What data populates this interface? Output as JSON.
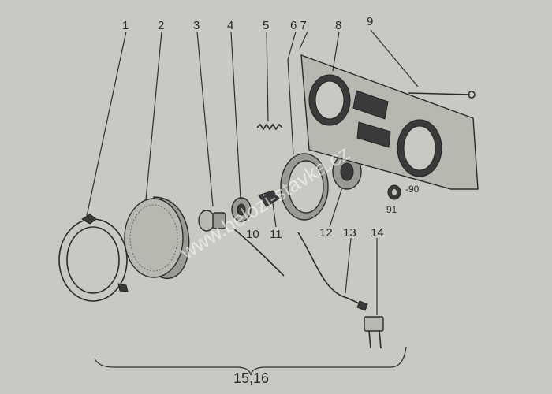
{
  "callouts": {
    "n1": "1",
    "n2": "2",
    "n3": "3",
    "n4": "4",
    "n5": "5",
    "n67": "6 7",
    "n8": "8",
    "n9": "9",
    "n10": "10",
    "n11": "11",
    "n12": "12",
    "n13": "13",
    "n14": "14",
    "n90": "-90",
    "n91": "91",
    "n1516": "15,16"
  },
  "watermark": "www.belozi-stavka.cz"
}
